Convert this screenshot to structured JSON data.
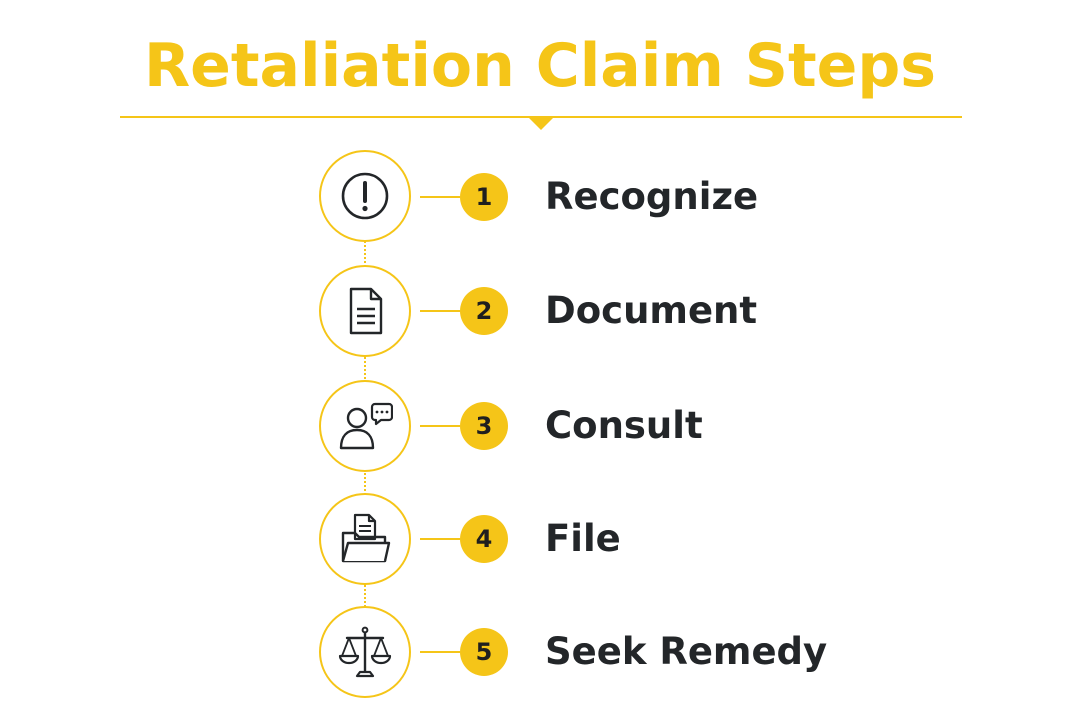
{
  "title": "Retaliation Claim Steps",
  "colors": {
    "accent": "#F5C518",
    "text": "#232629",
    "background": "#ffffff"
  },
  "steps": [
    {
      "number": "1",
      "label": "Recognize",
      "icon": "exclamation-circle-icon"
    },
    {
      "number": "2",
      "label": "Document",
      "icon": "document-icon"
    },
    {
      "number": "3",
      "label": "Consult",
      "icon": "person-speech-bubble-icon"
    },
    {
      "number": "4",
      "label": "File",
      "icon": "folder-document-icon"
    },
    {
      "number": "5",
      "label": "Seek Remedy",
      "icon": "scales-of-justice-icon"
    }
  ]
}
